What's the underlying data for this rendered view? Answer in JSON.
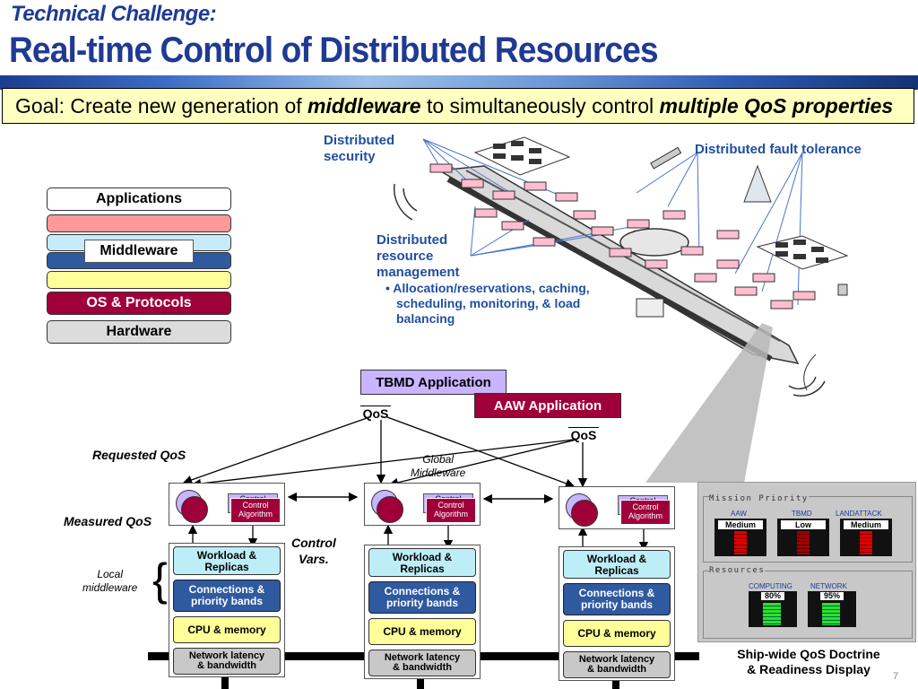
{
  "header": {
    "kicker": "Technical Challenge:",
    "title": "Real-time Control of Distributed Resources"
  },
  "goal": {
    "prefix": "Goal: Create new generation of ",
    "em1": "middleware",
    "middle": " to simultaneously control ",
    "em2": "multiple QoS properties"
  },
  "stack": {
    "applications": "Applications",
    "middleware": "Middleware",
    "os": "OS & Protocols",
    "hardware": "Hardware"
  },
  "ship_labels": {
    "security": "Distributed\nsecurity",
    "fault": "Distributed fault tolerance",
    "resource": "Distributed\nresource\nmanagement",
    "bullet": "Allocation/reservations, caching, scheduling, monitoring, & load balancing"
  },
  "apps": {
    "tbmd": "TBMD Application",
    "aaw": "AAW Application",
    "qos1": "QoS",
    "qos2": "QoS"
  },
  "diagram_labels": {
    "requested": "Requested QoS",
    "measured": "Measured QoS",
    "global": "Global\nMiddleware",
    "control_vars": "Control\nVars.",
    "local": "Local\nmiddleware"
  },
  "nodes": [
    {
      "control_back": "Control",
      "control": "Control\nAlgorithm",
      "workload": "Workload &\nReplicas",
      "conn": "Connections &\npriority bands",
      "cpu": "CPU & memory",
      "net": "Network latency\n& bandwidth"
    },
    {
      "control_back": "Control",
      "control": "Control\nAlgorithm",
      "workload": "Workload &\nReplicas",
      "conn": "Connections &\npriority bands",
      "cpu": "CPU & memory",
      "net": "Network latency\n& bandwidth"
    },
    {
      "control_back": "Control",
      "control": "Control\nAlgorithm",
      "workload": "Workload &\nReplicas",
      "conn": "Connections &\npriority bands",
      "cpu": "CPU & memory",
      "net": "Network latency\n& bandwidth"
    }
  ],
  "display": {
    "mission_title": "Mission Priority",
    "missions": [
      {
        "name": "AAW",
        "level": "Medium"
      },
      {
        "name": "TBMD",
        "level": "Low"
      },
      {
        "name": "LANDATTACK",
        "level": "Medium"
      }
    ],
    "resources_title": "Resources",
    "resources": [
      {
        "name": "COMPUTING",
        "value": "80%"
      },
      {
        "name": "NETWORK",
        "value": "95%"
      }
    ],
    "caption": "Ship-wide QoS Doctrine\n& Readiness Display"
  },
  "page_number": "7",
  "colors": {
    "title_blue": "#1f3a93",
    "label_blue": "#1f4f9e",
    "maroon": "#a0003a",
    "goal_bg": "#ffffc0"
  }
}
